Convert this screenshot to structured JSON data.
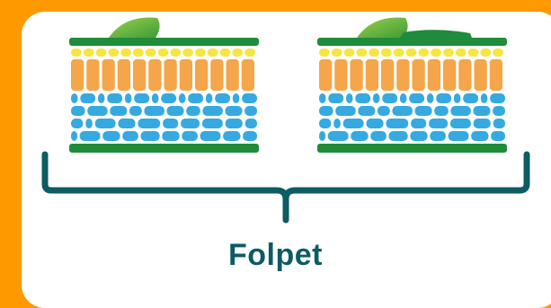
{
  "caption": "Folpet",
  "colors": {
    "background": "#ff9900",
    "card": "#ffffff",
    "epidermis": "#1e8c3a",
    "upper_cells": "#f5e642",
    "palisade": "#f5a54a",
    "spongy": "#36a9e1",
    "leaf_particle": "#6ab43e",
    "bracket": "#0d5c63",
    "caption": "#0d5c63"
  },
  "panels": [
    {
      "name": "leaf-section-left",
      "particles": 1
    },
    {
      "name": "leaf-section-right",
      "particles": 2
    }
  ]
}
